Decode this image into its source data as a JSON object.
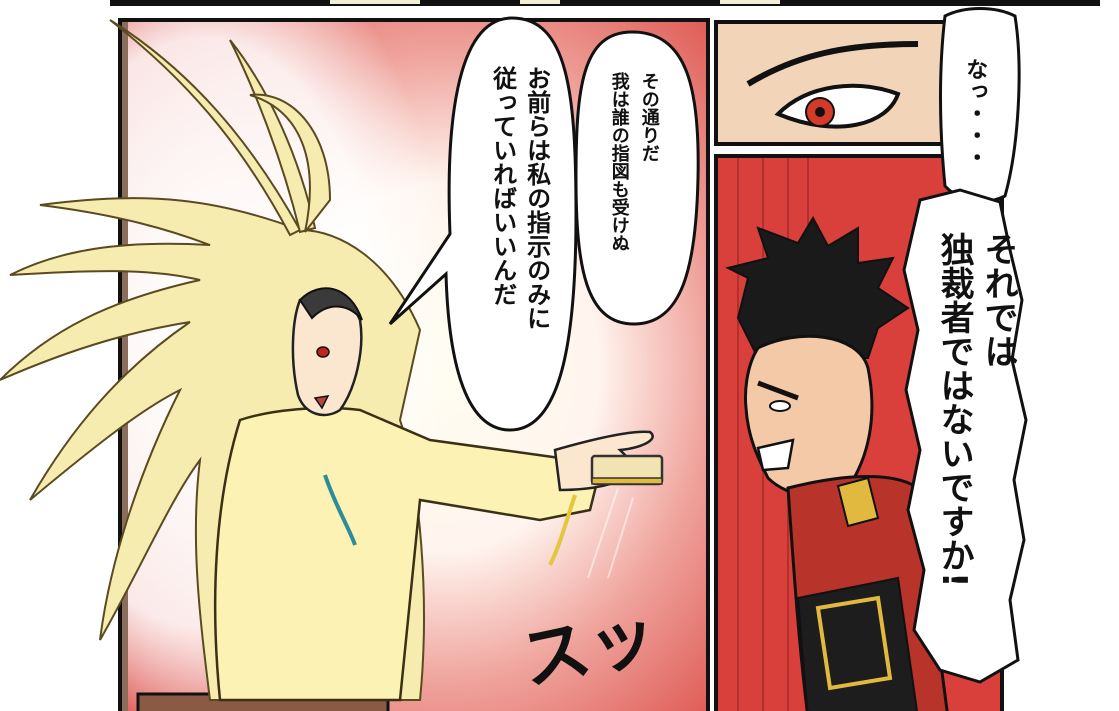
{
  "comic": {
    "bubbles": {
      "a": {
        "line1": "その通りだ",
        "line2": "我は誰の指図も受けぬ"
      },
      "b": {
        "line1": "お前らは私の指示のみに",
        "line2": "従っていればいいんだ"
      },
      "c": {
        "line1": "なっ・・・"
      },
      "d": {
        "line1": "それでは",
        "line2": "独裁者ではないですか!"
      }
    },
    "sfx": "スッ",
    "colors": {
      "panel_red": "#d9403c",
      "hair_blonde": "#f6ecb0",
      "robe_yellow": "#fbf2b4",
      "skin": "#fbe6cf",
      "eye_red": "#c0241f",
      "uniform_red": "#b8342a",
      "gold_trim": "#e2b93f",
      "border": "#111111"
    }
  }
}
